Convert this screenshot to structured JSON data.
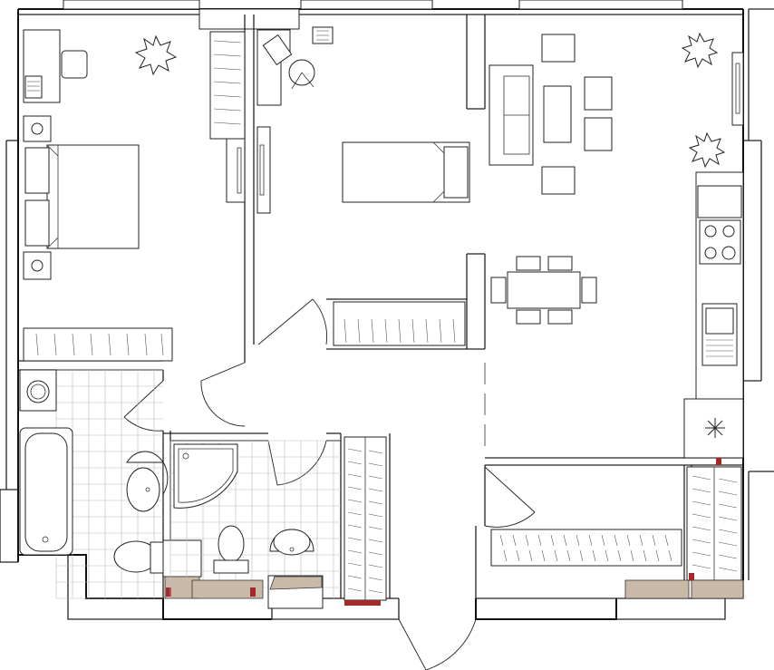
{
  "plan": {
    "title": "",
    "rooms": [
      {
        "id": "bedroom-master"
      },
      {
        "id": "bedroom-second"
      },
      {
        "id": "living-kitchen"
      },
      {
        "id": "hallway"
      },
      {
        "id": "bathroom"
      },
      {
        "id": "wc"
      },
      {
        "id": "storage"
      }
    ],
    "colors": {
      "wall": "#222222",
      "tile_grid": "#b9b9b9",
      "duct_fill": "#c9b9a6",
      "duct_accent": "#a32a2a",
      "background": "#ffffff"
    },
    "icons": [
      "plant-icon",
      "stove-icon",
      "sink-icon",
      "fan-icon",
      "laptop-icon"
    ]
  }
}
